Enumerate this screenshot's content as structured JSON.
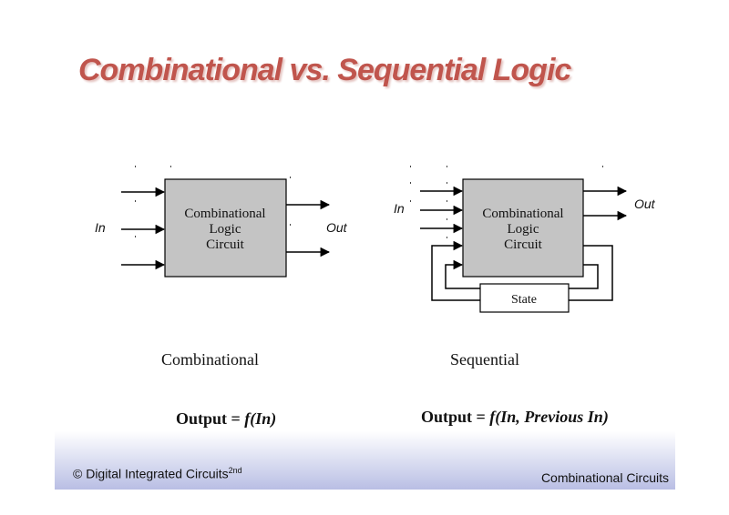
{
  "slide": {
    "title": "Combinational vs. Sequential Logic"
  },
  "combinational": {
    "box_lines": [
      "Combinational",
      "Logic",
      "Circuit"
    ],
    "input_label": "In",
    "output_label": "Out",
    "caption": "Combinational",
    "formula": {
      "lhs": "Output",
      "eq": " = ",
      "func": "f",
      "args": "(In)"
    }
  },
  "sequential": {
    "box_lines": [
      "Combinational",
      "Logic",
      "Circuit"
    ],
    "input_label": "In",
    "output_label": "Out",
    "state_label": "State",
    "caption": "Sequential",
    "formula": {
      "lhs": "Output",
      "eq": " = ",
      "func": "f",
      "args": "(In, Previous In)"
    }
  },
  "footer": {
    "left_text": "© Digital Integrated Circuits",
    "left_sup": "2nd",
    "right_text": "Combinational Circuits"
  },
  "colors": {
    "title": "#c0554d",
    "box_fill": "#c4c4c4",
    "footer_gradient_end": "#b9bee4"
  }
}
